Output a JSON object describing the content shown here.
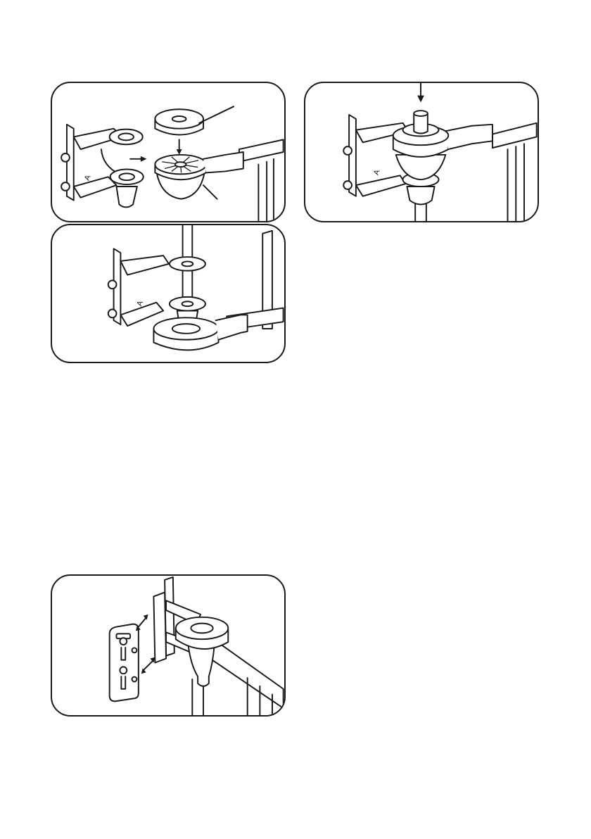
{
  "figures": [
    {
      "id": "fig-1",
      "description_label": "",
      "letter": "A"
    },
    {
      "id": "fig-2",
      "description_label": "",
      "letter": "A"
    },
    {
      "id": "fig-3",
      "description_label": "",
      "letter": "A"
    },
    {
      "id": "fig-4",
      "description_label": ""
    }
  ],
  "labels": {
    "bracket_letter": "A"
  },
  "colors": {
    "line": "#1a1a1a",
    "background": "#ffffff"
  }
}
